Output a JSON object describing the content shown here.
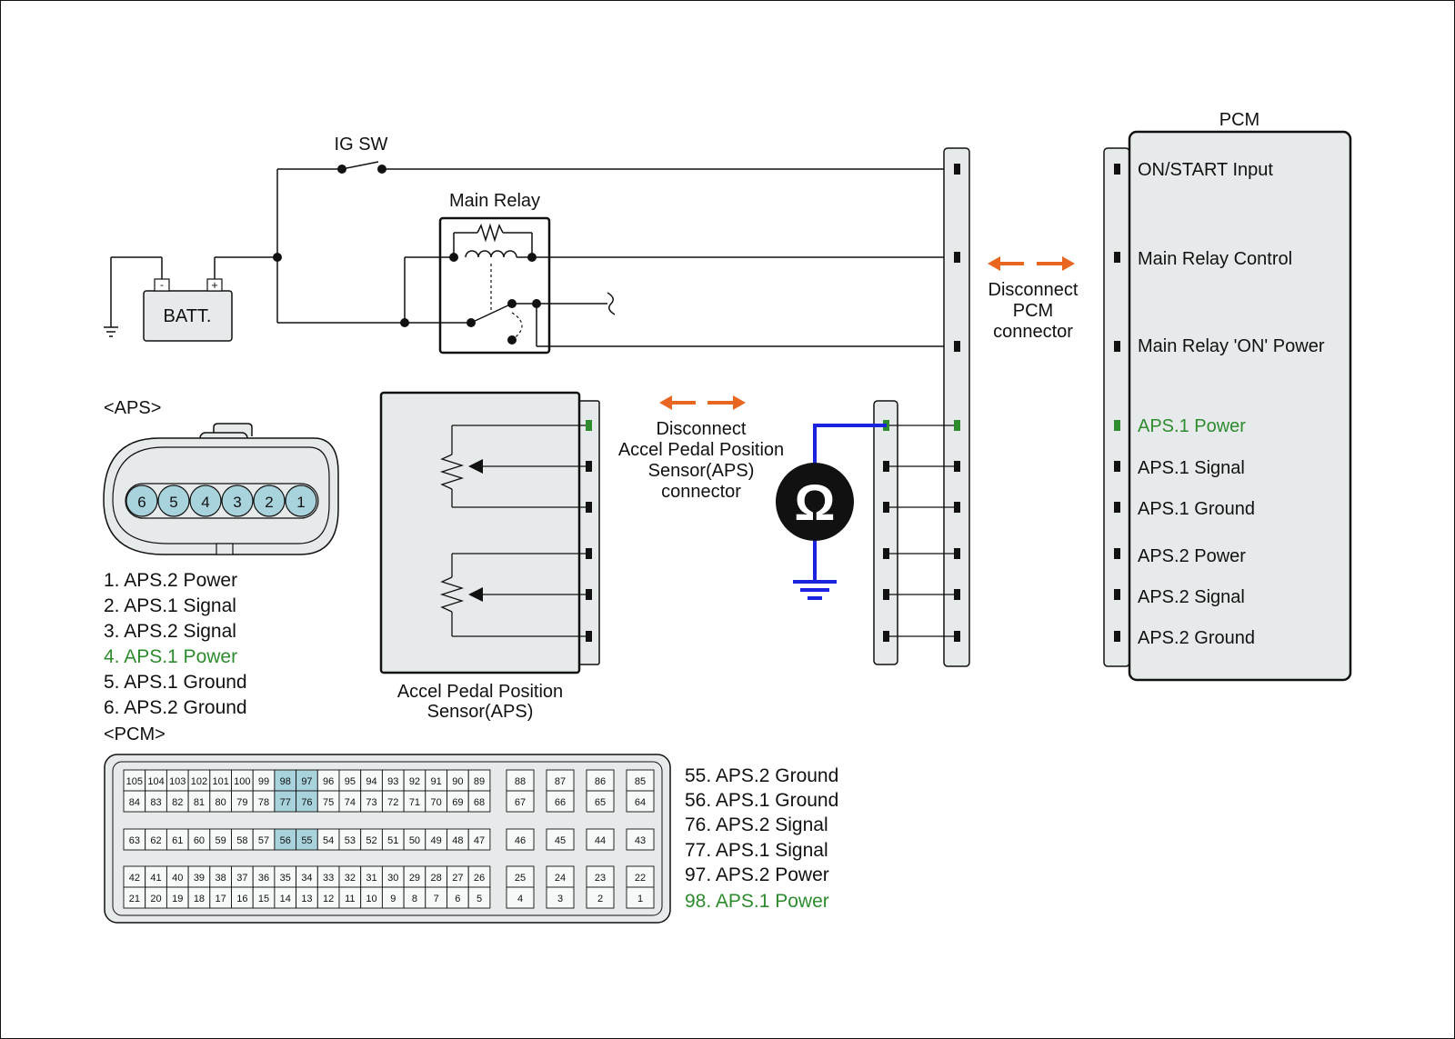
{
  "colors": {
    "accent_green": "#2e8b2e",
    "probe_blue": "#1a24e0",
    "arrow_orange": "#e8661f",
    "body_fill": "#e6eaea",
    "highlight_pin": "#a8d3dc"
  },
  "labels": {
    "ig_sw": "IG SW",
    "main_relay": "Main Relay",
    "batt": "BATT.",
    "batt_minus": "-",
    "batt_plus": "+",
    "pcm_title": "PCM",
    "aps_title": "<APS>",
    "pcm_conn_title": "<PCM>",
    "aps_sensor": [
      "Accel Pedal Position",
      "Sensor(APS)"
    ],
    "disconnect_pcm": [
      "Disconnect",
      "PCM",
      "connector"
    ],
    "disconnect_aps": [
      "Disconnect",
      "Accel Pedal Position",
      "Sensor(APS)",
      "connector"
    ],
    "ohm": "Ω"
  },
  "pcm_terminals": [
    "ON/START Input",
    "Main Relay Control",
    "Main Relay 'ON' Power",
    "APS.1 Power",
    "APS.1 Signal",
    "APS.1 Ground",
    "APS.2 Power",
    "APS.2 Signal",
    "APS.2 Ground"
  ],
  "aps_pins": [
    "6",
    "5",
    "4",
    "3",
    "2",
    "1"
  ],
  "aps_list": [
    "1. APS.2 Power",
    "2. APS.1 Signal",
    "3. APS.2 Signal",
    "4. APS.1 Power",
    "5. APS.1 Ground",
    "6. APS.2 Ground"
  ],
  "pcm_list": [
    "55. APS.2 Ground",
    "56. APS.1 Ground",
    "76. APS.2 Signal",
    "77. APS.1 Signal",
    "97. APS.2 Power",
    "98. APS.1 Power"
  ],
  "pcm_connector": {
    "rows": [
      [
        "105",
        "104",
        "103",
        "102",
        "101",
        "100",
        "99",
        "98",
        "97",
        "96",
        "95",
        "94",
        "93",
        "92",
        "91",
        "90",
        "89"
      ],
      [
        "84",
        "83",
        "82",
        "81",
        "80",
        "79",
        "78",
        "77",
        "76",
        "75",
        "74",
        "73",
        "72",
        "71",
        "70",
        "69",
        "68"
      ],
      [
        "63",
        "62",
        "61",
        "60",
        "59",
        "58",
        "57",
        "56",
        "55",
        "54",
        "53",
        "52",
        "51",
        "50",
        "49",
        "48",
        "47"
      ],
      [
        "42",
        "41",
        "40",
        "39",
        "38",
        "37",
        "36",
        "35",
        "34",
        "33",
        "32",
        "31",
        "30",
        "29",
        "28",
        "27",
        "26"
      ],
      [
        "21",
        "20",
        "19",
        "18",
        "17",
        "16",
        "15",
        "14",
        "13",
        "12",
        "11",
        "10",
        "9",
        "8",
        "7",
        "6",
        "5"
      ]
    ],
    "side": [
      [
        "88",
        "87",
        "86",
        "85"
      ],
      [
        "67",
        "66",
        "65",
        "64"
      ],
      [
        "46",
        "45",
        "44",
        "43"
      ],
      [
        "25",
        "24",
        "23",
        "22"
      ],
      [
        "4",
        "3",
        "2",
        "1"
      ]
    ],
    "highlighted": [
      "98",
      "97",
      "77",
      "76",
      "56",
      "55"
    ]
  }
}
